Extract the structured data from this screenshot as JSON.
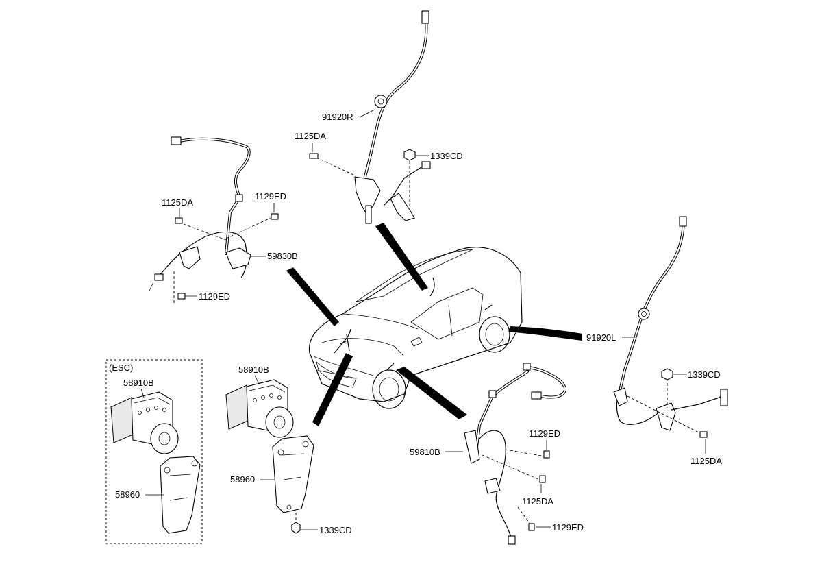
{
  "labels": {
    "rear_right_sensor": "91920R",
    "rear_left_sensor": "91920L",
    "front_left_sensor": "59830B",
    "front_right_sensor": "59810B",
    "hydraulic_unit": "58910B",
    "esc_hydraulic_unit": "58910B",
    "bracket": "58960",
    "esc_bracket": "58960",
    "esc_group_title": "(ESC)",
    "bolt_1125da_top": "1125DA",
    "nut_1339cd_top": "1339CD",
    "bolt_1125da_left": "1125DA",
    "bolt_1129ed_left_top": "1129ED",
    "bolt_1129ed_left_bottom": "1129ED",
    "nut_1339cd_right": "1339CD",
    "bolt_1125da_right": "1125DA",
    "bolt_1129ed_fr_top": "1129ED",
    "bolt_1125da_fr": "1125DA",
    "bolt_1129ed_fr_bottom": "1129ED",
    "nut_1339cd_bracket": "1339CD"
  }
}
